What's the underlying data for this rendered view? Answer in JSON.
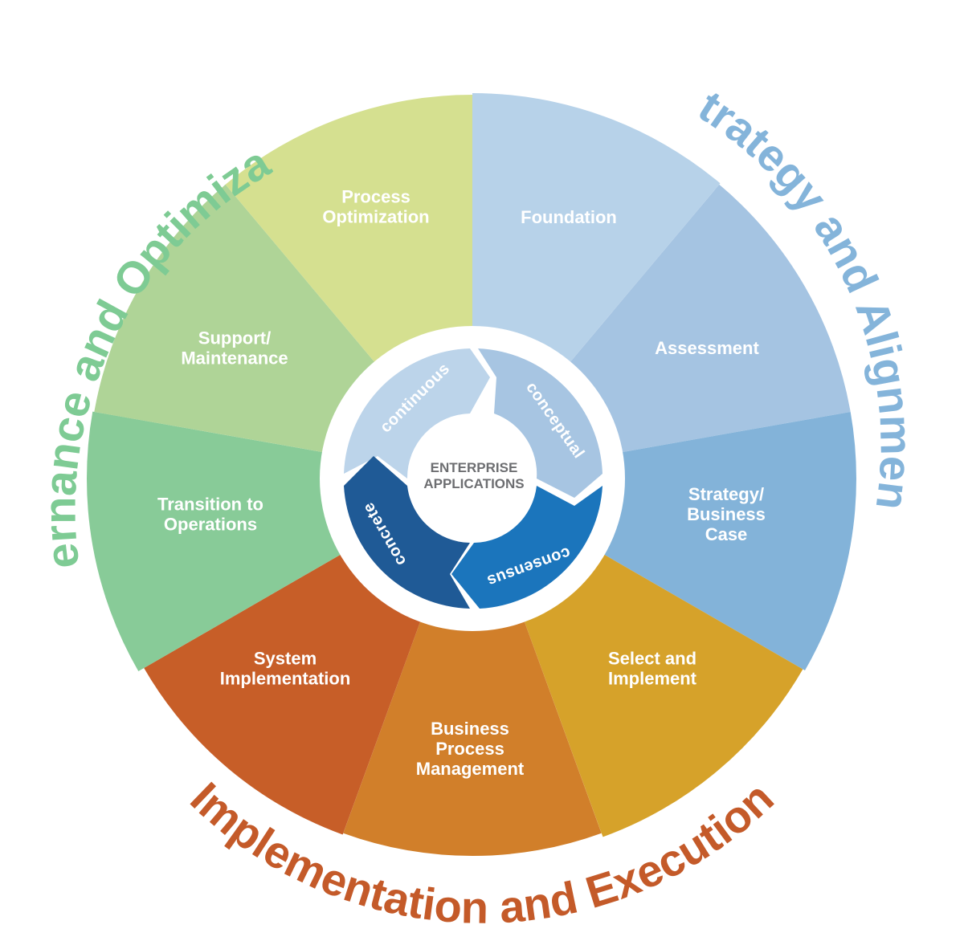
{
  "center": {
    "line1": "ENTERPRISE",
    "line2": "APPLICATIONS"
  },
  "cycle": [
    {
      "label": "continuous",
      "color": "#bcd4ea"
    },
    {
      "label": "conceptual",
      "color": "#a7c5e2"
    },
    {
      "label": "consensus",
      "color": "#1b75bc"
    },
    {
      "label": "concrete",
      "color": "#1f5a96"
    }
  ],
  "arcs": [
    {
      "label": "Governance and Optimization",
      "color": "#7ecb94"
    },
    {
      "label": "Strategy and Alignment",
      "color": "#84b4da"
    },
    {
      "label": "Implementation and Execution",
      "color": "#c45a29"
    }
  ],
  "segments": [
    {
      "label": "Foundation",
      "color": "#b7d2e9"
    },
    {
      "label": "Assessment",
      "color": "#a5c4e2"
    },
    {
      "label": "Strategy/ Business Case",
      "color": "#83b3d9"
    },
    {
      "label": "Select and Implement",
      "color": "#d6a22a"
    },
    {
      "label": "Business Process Management",
      "color": "#d17f2a"
    },
    {
      "label": "System Implementation",
      "color": "#c75e28"
    },
    {
      "label": "Transition to Operations",
      "color": "#88cb98"
    },
    {
      "label": "Support/ Maintenance",
      "color": "#afd497"
    },
    {
      "label": "Process Optimization",
      "color": "#d5e090"
    }
  ]
}
